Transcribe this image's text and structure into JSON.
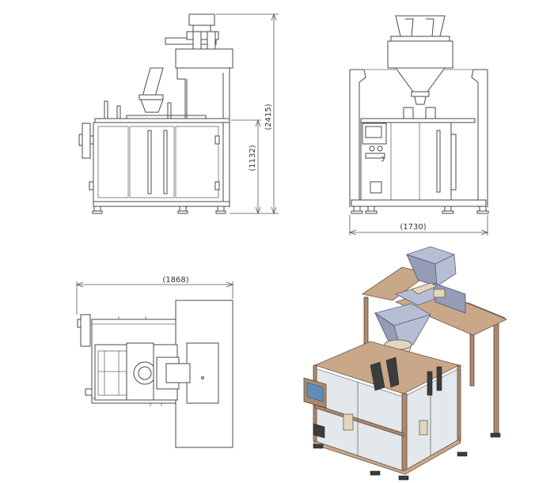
{
  "figure": {
    "views": [
      "front-view",
      "side-view",
      "top-view",
      "isometric-view"
    ]
  },
  "dimensions": {
    "overall_height": "(2415)",
    "table_height": "(1132)",
    "width": "(1730)",
    "length": "(1868)"
  },
  "colors": {
    "line": "#4a4a4a",
    "frame": "#c9a88a",
    "hopper": "#b7bed4",
    "panel": "#dfe6ea"
  }
}
